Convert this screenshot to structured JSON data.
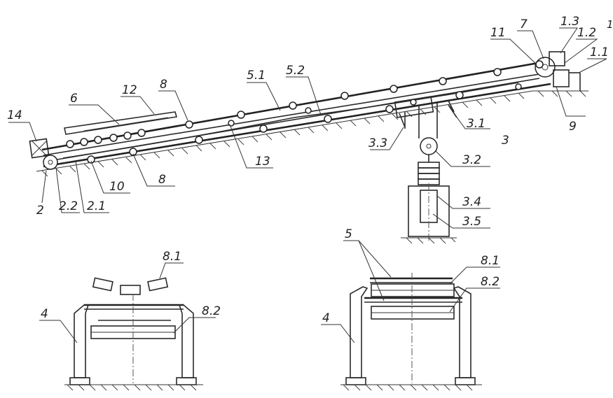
{
  "labels": {
    "l14": "14",
    "l6": "6",
    "l12": "12",
    "l8a": "8",
    "l51": "5.1",
    "l52": "5.2",
    "l11": "11",
    "l7": "7",
    "l13a": "1.3",
    "l12b": "1.2",
    "l11b": "1.1",
    "l9": "9",
    "l31": "3.1",
    "l3": "3",
    "l33": "3.3",
    "l32": "3.2",
    "l13": "13",
    "l8b": "8",
    "l10": "10",
    "l2": "2",
    "l22": "2.2",
    "l21": "2.1",
    "l34": "3.4",
    "l35": "3.5",
    "l81a": "8.1",
    "l82a": "8.2",
    "l4a": "4",
    "l5": "5",
    "l81b": "8.1",
    "l82b": "8.2",
    "l4b": "4",
    "corner_mark": "1"
  }
}
